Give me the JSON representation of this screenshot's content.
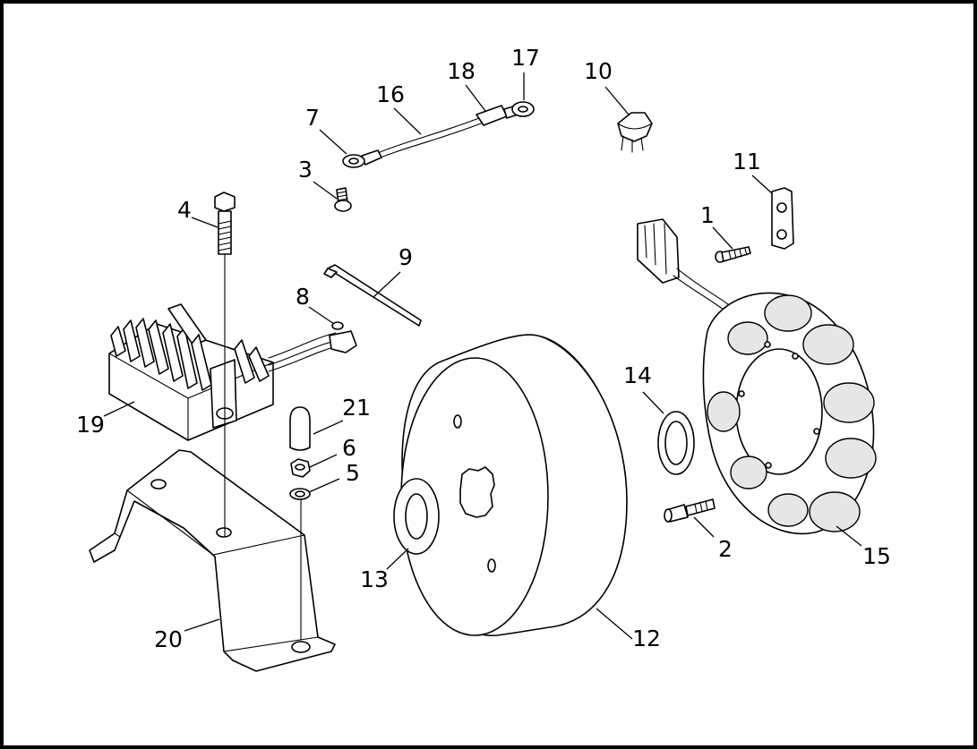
{
  "diagram": {
    "parts": [
      {
        "id": "1",
        "label": "1"
      },
      {
        "id": "2",
        "label": "2"
      },
      {
        "id": "3",
        "label": "3"
      },
      {
        "id": "4",
        "label": "4"
      },
      {
        "id": "5",
        "label": "5"
      },
      {
        "id": "6",
        "label": "6"
      },
      {
        "id": "7",
        "label": "7"
      },
      {
        "id": "8",
        "label": "8"
      },
      {
        "id": "9",
        "label": "9"
      },
      {
        "id": "10",
        "label": "10"
      },
      {
        "id": "11",
        "label": "11"
      },
      {
        "id": "12",
        "label": "12"
      },
      {
        "id": "13",
        "label": "13"
      },
      {
        "id": "14",
        "label": "14"
      },
      {
        "id": "15",
        "label": "15"
      },
      {
        "id": "16",
        "label": "16"
      },
      {
        "id": "17",
        "label": "17"
      },
      {
        "id": "18",
        "label": "18"
      },
      {
        "id": "19",
        "label": "19"
      },
      {
        "id": "20",
        "label": "20"
      },
      {
        "id": "21",
        "label": "21"
      }
    ]
  }
}
